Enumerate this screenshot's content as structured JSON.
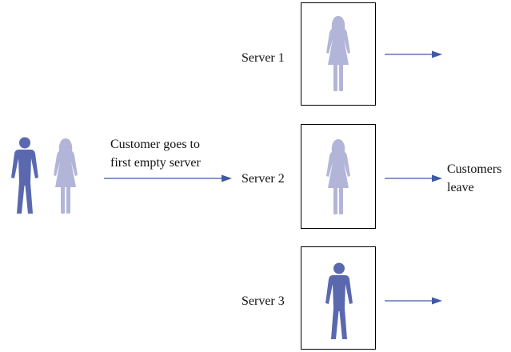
{
  "queue_label": {
    "line1": "Customer goes to",
    "line2": "first empty server"
  },
  "servers": [
    {
      "label": "Server 1",
      "occupant": "woman",
      "occupant_color": "#b3b5d8"
    },
    {
      "label": "Server 2",
      "occupant": "woman",
      "occupant_color": "#b3b5d8"
    },
    {
      "label": "Server 3",
      "occupant": "man",
      "occupant_color": "#5a69ae"
    }
  ],
  "queue": [
    {
      "kind": "man",
      "color": "#5a69ae"
    },
    {
      "kind": "woman",
      "color": "#b3b5d8"
    }
  ],
  "exit_label": {
    "line1": "Customers",
    "line2": "leave"
  },
  "colors": {
    "arrow": "#3d5aa3",
    "box_border": "#000000",
    "text": "#111111"
  }
}
